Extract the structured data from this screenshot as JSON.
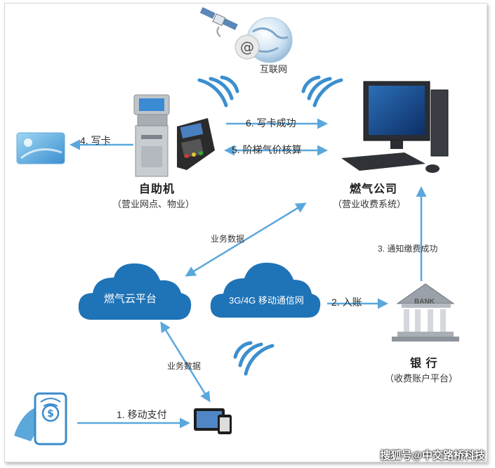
{
  "nodes": {
    "internet": "互联网",
    "kiosk_title": "自助机",
    "kiosk_sub": "（营业网点、物业）",
    "gas_company_title": "燃气公司",
    "gas_company_sub": "（营业收费系统）",
    "bank_title": "银 行",
    "bank_sub": "（收费账户平台）",
    "bank_sign": "BANK",
    "gas_cloud": "燃气云平台",
    "telecom_cloud": "3G/4G 移动通信网"
  },
  "arrows": {
    "write_card": "4. 写卡",
    "write_card_success": "6. 写卡成功",
    "tier_price_check": "5. 阶梯气价核算",
    "business_data_top": "业务数据",
    "business_data_bottom": "业务数据",
    "deposit": "2. 入账",
    "notify_payment": "3. 通知缴费成功",
    "mobile_pay": "1. 移动支付"
  },
  "watermark": "搜狐号@中交路桥科技",
  "colors": {
    "arrow": "#5aa7dc",
    "cloud": "#1f73b7",
    "wave": "#3c8fcf"
  }
}
